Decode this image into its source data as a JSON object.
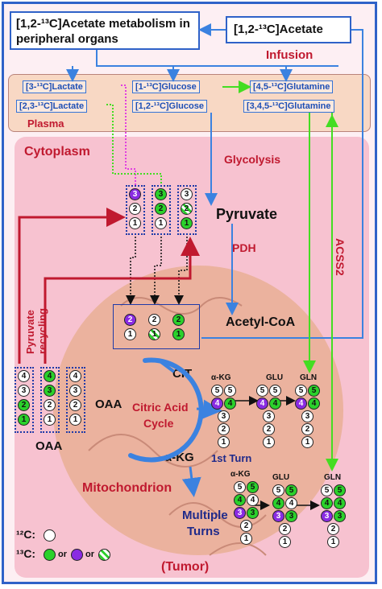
{
  "top": {
    "acetate_metabolism": "[1,2-¹³C]Acetate metabolism in peripheral organs",
    "acetate": "[1,2-¹³C]Acetate",
    "infusion": "Infusion"
  },
  "plasma": {
    "label": "Plasma",
    "chips": [
      "[3-¹³C]Lactate",
      "[2,3-¹³C]Lactate",
      "[1-¹³C]Glucose",
      "[1,2-¹³C]Glucose",
      "[4,5-¹³C]Glutamine",
      "[3,4,5-¹³C]Glutamine"
    ]
  },
  "cytoplasm": {
    "label": "Cytoplasm",
    "glycolysis": "Glycolysis",
    "pyruvate": "Pyruvate",
    "pdh": "PDH",
    "acetyl_coa": "Acetyl-CoA",
    "acss2": "ACSS2",
    "pyruvate_recycling": "Pyruvate recycling"
  },
  "mito": {
    "label": "Mitochondrion",
    "cit": "CIT",
    "oaa": "OAA",
    "oaa_bottom": "OAA",
    "cycle_line1": "Citric Acid",
    "cycle_line2": "Cycle",
    "akg": "α-KG",
    "first_turn": "1st Turn",
    "multiple_line1": "Multiple",
    "multiple_line2": "Turns",
    "akg_col": "α-KG",
    "glu_col": "GLU",
    "gln_col": "GLN",
    "akg_col2": "α-KG",
    "glu_col2": "GLU",
    "gln_col2": "GLN"
  },
  "legend": {
    "c12": "¹²C:",
    "c13": "¹³C:",
    "or1": "or",
    "or2": "or"
  },
  "tumor": "(Tumor)",
  "colors": {
    "blue_arrow": "#3b82e0",
    "green_arrow": "#44dd22",
    "magenta_arrow": "#e040e0",
    "red_arrow": "#c0192f",
    "labeled_green": "#2bd12b",
    "labeled_purple": "#8a2be2"
  }
}
